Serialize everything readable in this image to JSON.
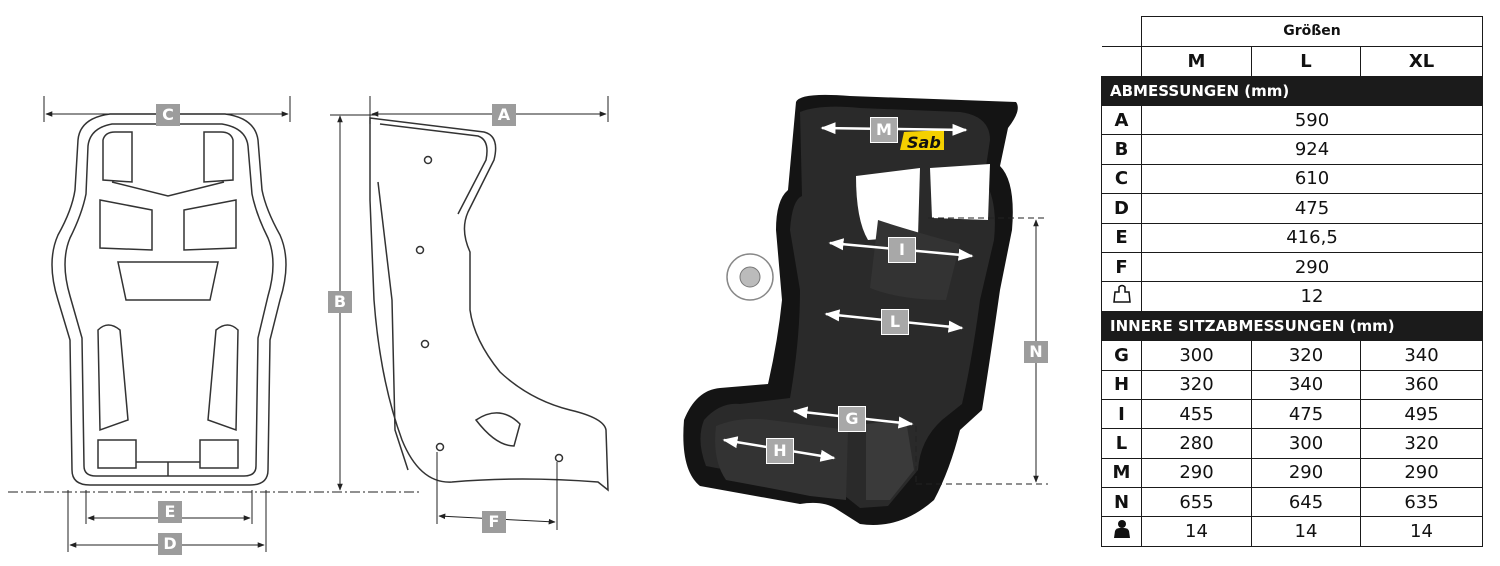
{
  "diagram_labels": {
    "A": "A",
    "B": "B",
    "C": "C",
    "D": "D",
    "E": "E",
    "F": "F",
    "M": "M",
    "I": "I",
    "L": "L",
    "G": "G",
    "H": "H",
    "N": "N"
  },
  "brand_logo": "Sab",
  "table": {
    "title": "Größen",
    "columns": [
      "M",
      "L",
      "XL"
    ],
    "section1": "ABMESSUNGEN (mm)",
    "rows1": [
      {
        "key": "A",
        "value": "590"
      },
      {
        "key": "B",
        "value": "924"
      },
      {
        "key": "C",
        "value": "610"
      },
      {
        "key": "D",
        "value": "475"
      },
      {
        "key": "E",
        "value": "416,5"
      },
      {
        "key": "F",
        "value": "290"
      },
      {
        "key_icon": "weight-icon",
        "value": "12"
      }
    ],
    "section2": "INNERE SITZABMESSUNGEN (mm)",
    "rows2": [
      {
        "key": "G",
        "values": [
          "300",
          "320",
          "340"
        ]
      },
      {
        "key": "H",
        "values": [
          "320",
          "340",
          "360"
        ]
      },
      {
        "key": "I",
        "values": [
          "455",
          "475",
          "495"
        ]
      },
      {
        "key": "L",
        "values": [
          "280",
          "300",
          "320"
        ]
      },
      {
        "key": "M",
        "values": [
          "290",
          "290",
          "290"
        ]
      },
      {
        "key": "N",
        "values": [
          "655",
          "645",
          "635"
        ]
      },
      {
        "key_icon": "person-icon",
        "values": [
          "14",
          "14",
          "14"
        ]
      }
    ]
  }
}
